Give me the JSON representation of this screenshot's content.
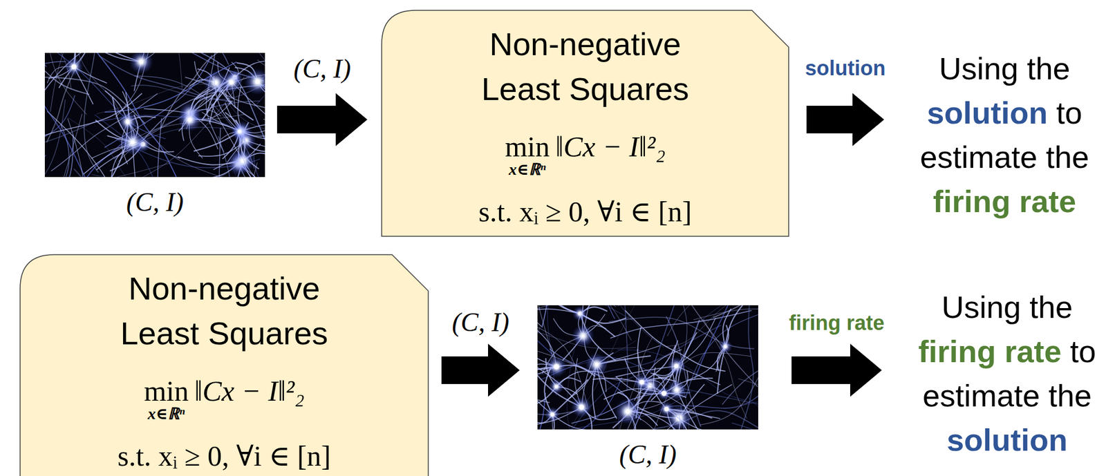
{
  "diagram": {
    "nodes": [
      {
        "text": [
          "(C, I)"
        ]
      },
      {
        "text": [
          "Non-negative Least Squares",
          "min",
          "x∈ℝⁿ",
          "‖Cx − I‖²₂",
          "s.t. xᵢ ≥ 0, ∀i ∈ [n]"
        ]
      },
      {
        "text": [
          "Using the",
          "solution",
          "to estimate the",
          "firing rate"
        ]
      },
      {
        "text": [
          "Non-negative Least Squares",
          "min",
          "x∈ℝⁿ",
          "‖Cx − I‖²₂",
          "s.t. xᵢ ≥ 0, ∀i ∈ [n]"
        ]
      },
      {
        "text": [
          "(C, I)"
        ]
      },
      {
        "text": [
          "Using the",
          "firing rate",
          "to estimate the",
          "solution"
        ]
      }
    ],
    "edges": [
      {
        "from": 0,
        "to": 1,
        "arrow": "to",
        "label": "(C, I)"
      },
      {
        "from": 1,
        "to": 2,
        "arrow": "to",
        "label": "solution"
      },
      {
        "from": 3,
        "to": 4,
        "arrow": "to",
        "label": "(C, I)"
      },
      {
        "from": 4,
        "to": 5,
        "arrow": "to",
        "label": "firing rate"
      }
    ]
  }
}
